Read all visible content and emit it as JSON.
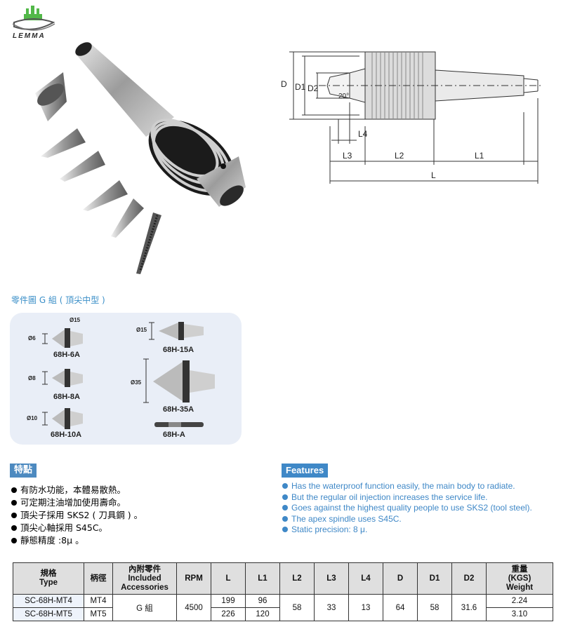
{
  "brand": {
    "name": "LEMMA"
  },
  "drawing": {
    "labels": {
      "D": "D",
      "D1": "D1",
      "D2": "D2",
      "angle": "20°",
      "L4": "L4",
      "L3": "L3",
      "L2": "L2",
      "L1": "L1",
      "L": "L"
    }
  },
  "parts": {
    "title": "零件圖 G 組 ( 頂尖中型 )",
    "items": [
      {
        "name": "68H-6A",
        "dim": "Ø6",
        "dim2": "Ø15"
      },
      {
        "name": "68H-8A",
        "dim": "Ø8"
      },
      {
        "name": "68H-10A",
        "dim": "Ø10"
      },
      {
        "name": "68H-15A",
        "dim": "Ø15"
      },
      {
        "name": "68H-35A",
        "dim": "Ø35"
      },
      {
        "name": "68H-A"
      }
    ]
  },
  "features_zh": {
    "title": "特點",
    "items": [
      "有防水功能，本體易散熱。",
      "可定期注油增加使用壽命。",
      "頂尖子採用 SKS2 ( 刀具鋼 ) 。",
      "頂尖心軸採用 S45C。",
      "靜態精度 :8μ 。"
    ]
  },
  "features_en": {
    "title": "Features",
    "items": [
      "Has the waterproof function easily, the main body to radiate.",
      "But the regular oil injection increases the service life.",
      "Goes against the highest quality people to use SKS2 (tool steel).",
      "The apex spindle uses S45C.",
      "Static precision: 8 μ."
    ]
  },
  "table": {
    "headers": {
      "type_zh": "規格",
      "type_en": "Type",
      "shank": "柄徑",
      "acc_zh": "內附零件",
      "acc_en1": "Included",
      "acc_en2": "Accessories",
      "rpm": "RPM",
      "L": "L",
      "L1": "L1",
      "L2": "L2",
      "L3": "L3",
      "L4": "L4",
      "D": "D",
      "D1": "D1",
      "D2": "D2",
      "w_zh": "重量",
      "w_unit": "(KGS)",
      "w_en": "Weight"
    },
    "shared": {
      "accessories": "G 組",
      "rpm": "4500",
      "L2": "58",
      "L3": "33",
      "L4": "13",
      "D": "64",
      "D1": "58",
      "D2": "31.6"
    },
    "rows": [
      {
        "type": "SC-68H-MT4",
        "shank": "MT4",
        "L": "199",
        "L1": "96",
        "weight": "2.24"
      },
      {
        "type": "SC-68H-MT5",
        "shank": "MT5",
        "L": "226",
        "L1": "120",
        "weight": "3.10"
      }
    ]
  }
}
